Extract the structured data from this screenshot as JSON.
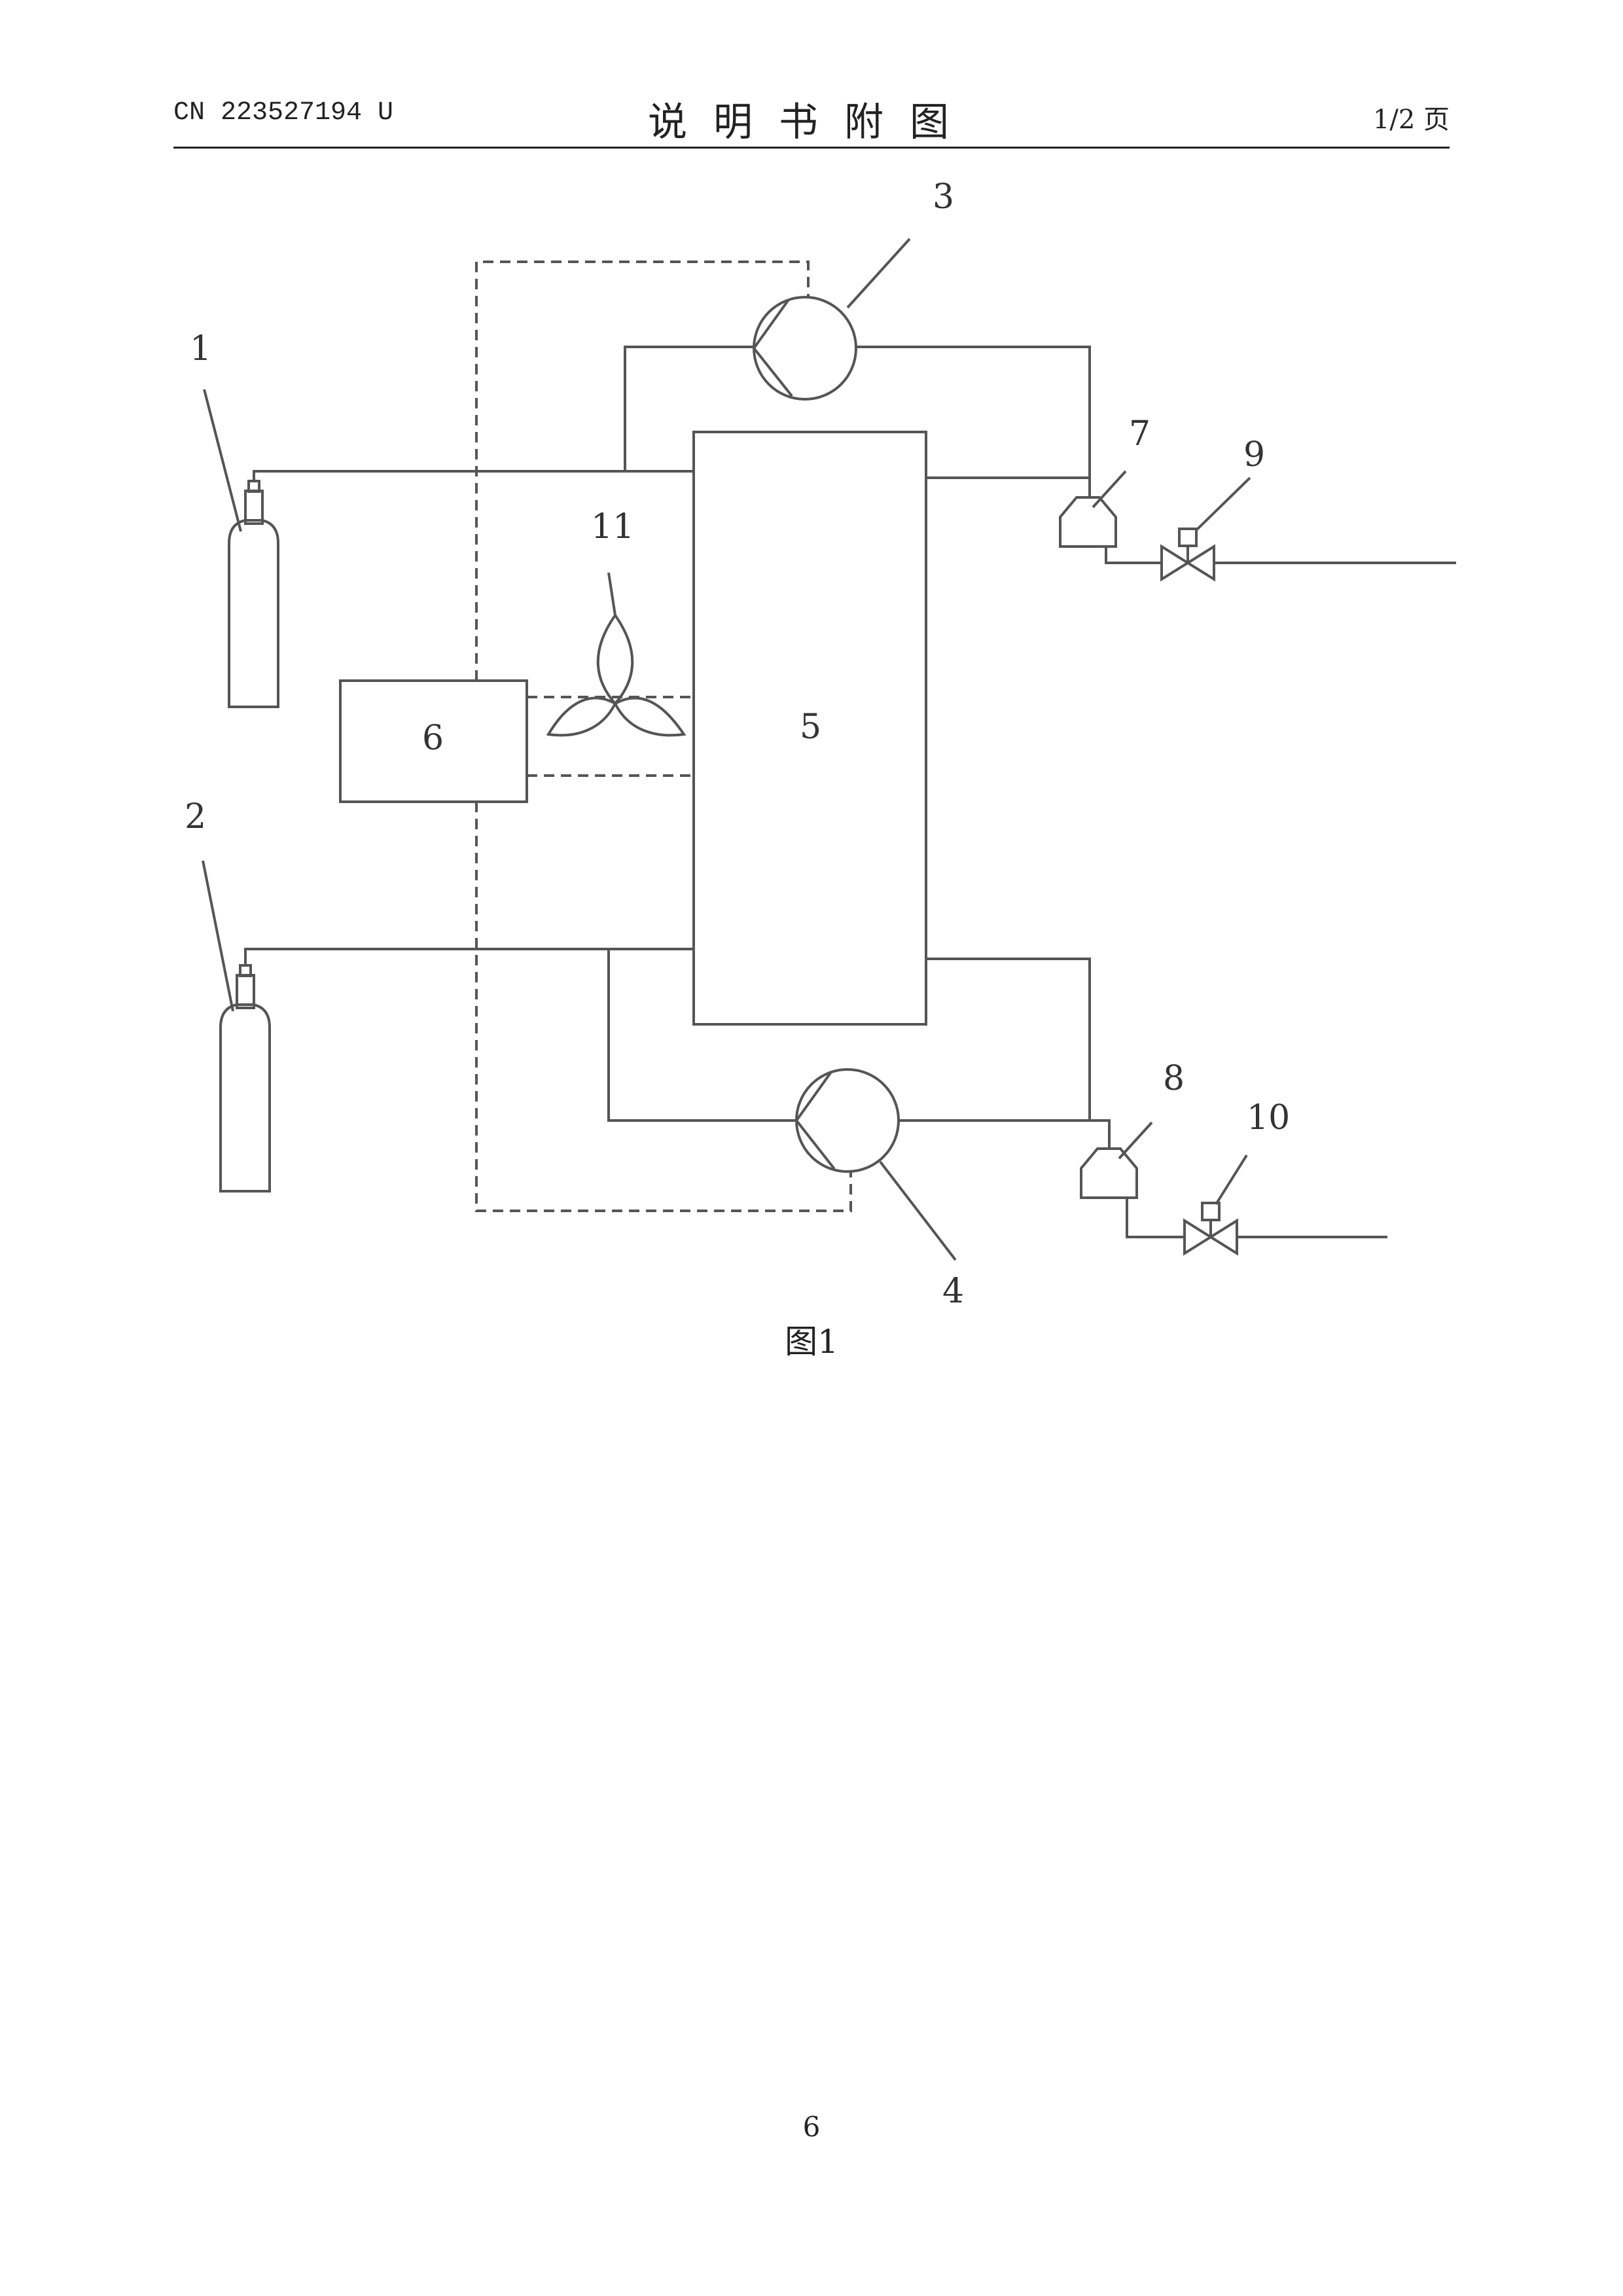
{
  "header": {
    "doc_number": "CN 223527194 U",
    "title": "说明书附图",
    "page_of": "1/2 页"
  },
  "figure": {
    "caption": "图1",
    "labels": {
      "gas_cylinder_1": "1",
      "gas_cylinder_2": "2",
      "pump_3": "3",
      "pump_4": "4",
      "chamber_5": "5",
      "controller_6": "6",
      "trap_7": "7",
      "trap_8": "8",
      "valve_9": "9",
      "valve_10": "10",
      "fan_11": "11"
    }
  },
  "footer": {
    "page_number": "6"
  }
}
